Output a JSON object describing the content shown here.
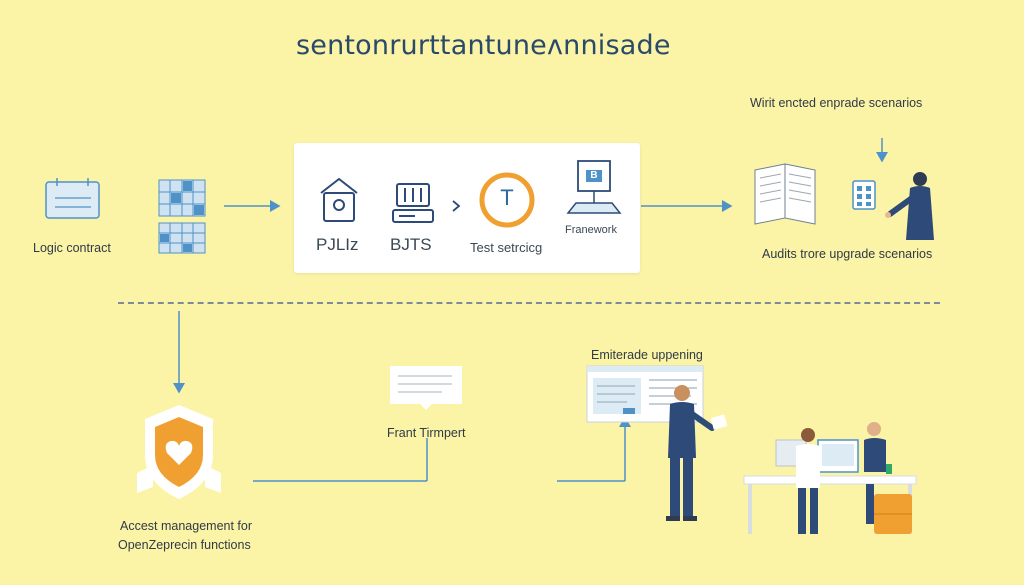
{
  "title": "sentonrurttantuneʌnnisade",
  "colors": {
    "background": "#fbf3a6",
    "accent_blue": "#4f92c8",
    "accent_orange": "#f0a030",
    "navy": "#2e4a78"
  },
  "top_row": {
    "logic_contract_label": "Logic contract",
    "panel": {
      "item1_label": "PJLIz",
      "item2_label": "BJTS",
      "item3_label": "Test setrcicg",
      "item4_label": "Franework",
      "item3_icon_letter": "T",
      "item4_icon_letter": "B"
    },
    "right_top_label": "Wirit encted enprade scenarios",
    "audits_label": "Audits trore upgrade scenarios"
  },
  "bottom_row": {
    "access_label_line1": "Accest management for",
    "access_label_line2": "OpenZeprecin functions",
    "frant_label": "Frant Tirmpert",
    "emiterade_label": "Emiterade uppening"
  },
  "icons": [
    "calendar-icon",
    "grid-icon",
    "birdhouse-icon",
    "server-icon",
    "chevron-right-icon",
    "ring-icon",
    "laptop-icon",
    "book-icon",
    "keypad-icon",
    "shield-heart-icon",
    "document-icon",
    "monitor-icon"
  ]
}
